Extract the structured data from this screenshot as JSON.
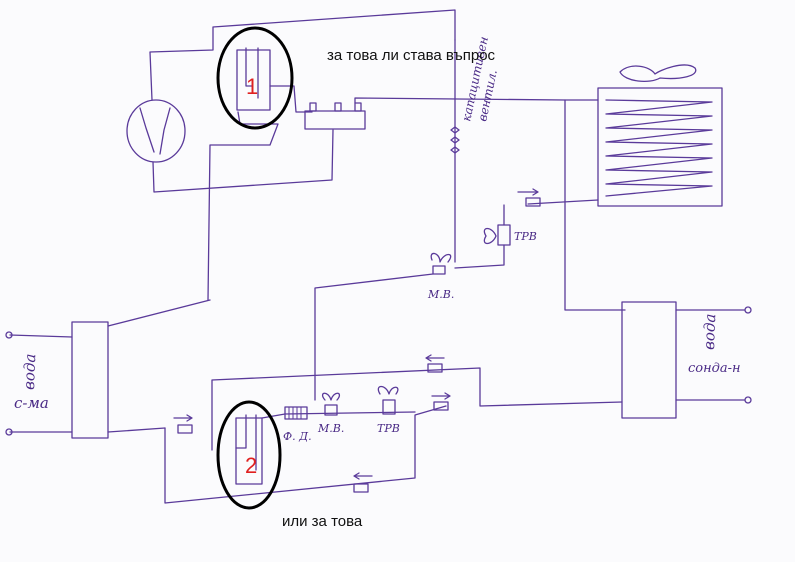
{
  "annotations": {
    "question_top": "за това ли става въпрос",
    "question_bottom": "или за това",
    "marker_1": "1",
    "marker_2": "2"
  },
  "handwritten": {
    "capillary_valve_line1": "капацитивен",
    "capillary_valve_line2": "вентил.",
    "trv_top": "ТРВ",
    "mv_top": "М.В.",
    "water_left_line1": "вода",
    "water_left_line2": "с-ма",
    "water_right_line1": "вода",
    "water_right_line2": "сонда-н",
    "filter_dryer": "Ф. Д.",
    "mv_bottom": "М.В.",
    "trv_bottom": "ТРВ"
  },
  "colors": {
    "ink": "#5a3a9a",
    "marker_ellipse": "#000000",
    "marker_number": "#e02020"
  }
}
